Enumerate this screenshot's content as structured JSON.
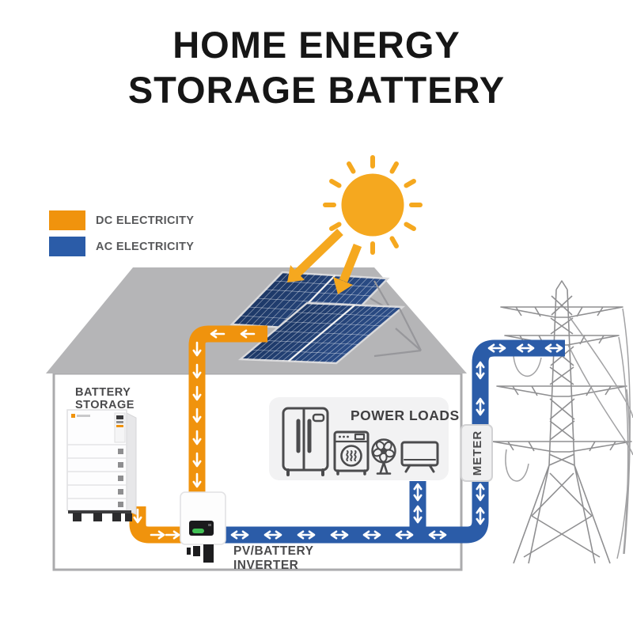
{
  "title": {
    "line1": "HOME ENERGY",
    "line2": "STORAGE BATTERY"
  },
  "legend": {
    "items": [
      {
        "label": "DC ELECTRICITY",
        "color": "#F0930D"
      },
      {
        "label": "AC ELECTRICITY",
        "color": "#2B5CA8"
      }
    ]
  },
  "components": {
    "sun": {
      "icon": "sun-icon"
    },
    "solar_array": {
      "icon": "solar-panel-icon"
    },
    "house": {
      "icon": "house-icon"
    },
    "battery": {
      "label_line1": "BATTERY",
      "label_line2": "STORAGE",
      "icon": "battery-tower-icon"
    },
    "inverter": {
      "label_line1": "PV/BATTERY",
      "label_line2": "INVERTER",
      "icon": "inverter-icon"
    },
    "power_loads": {
      "label": "POWER LOADS",
      "appliances": [
        "refrigerator",
        "washing-machine",
        "fan",
        "television"
      ]
    },
    "meter": {
      "label": "METER"
    },
    "grid": {
      "icon": "transmission-tower-icon"
    }
  },
  "colors": {
    "dc_orange": "#F0930D",
    "ac_blue": "#2B5CA8",
    "sun_orange": "#F5A81F",
    "roof_gray": "#B5B5B7",
    "panel_navy": "#24427A",
    "text_dark": "#4A4A4C"
  }
}
